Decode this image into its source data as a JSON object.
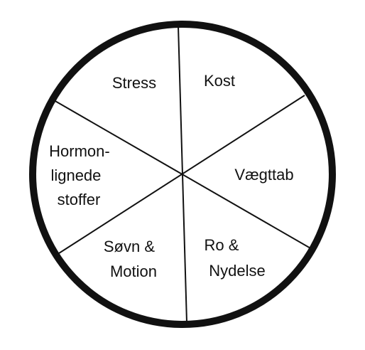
{
  "wheel": {
    "segments": [
      {
        "id": "stress",
        "lines": [
          "Stress"
        ]
      },
      {
        "id": "kost",
        "lines": [
          "Kost"
        ]
      },
      {
        "id": "vaegttab",
        "lines": [
          "Vægttab"
        ]
      },
      {
        "id": "ro-nydelse",
        "lines": [
          "Ro &",
          "Nydelse"
        ]
      },
      {
        "id": "soevn-motion",
        "lines": [
          "Søvn &",
          "Motion"
        ]
      },
      {
        "id": "hormon",
        "lines": [
          "Hormon-",
          "lignede",
          "stoffer"
        ]
      }
    ],
    "colors": {
      "outline": "#111111",
      "background": "#ffffff",
      "text": "#111111"
    }
  }
}
